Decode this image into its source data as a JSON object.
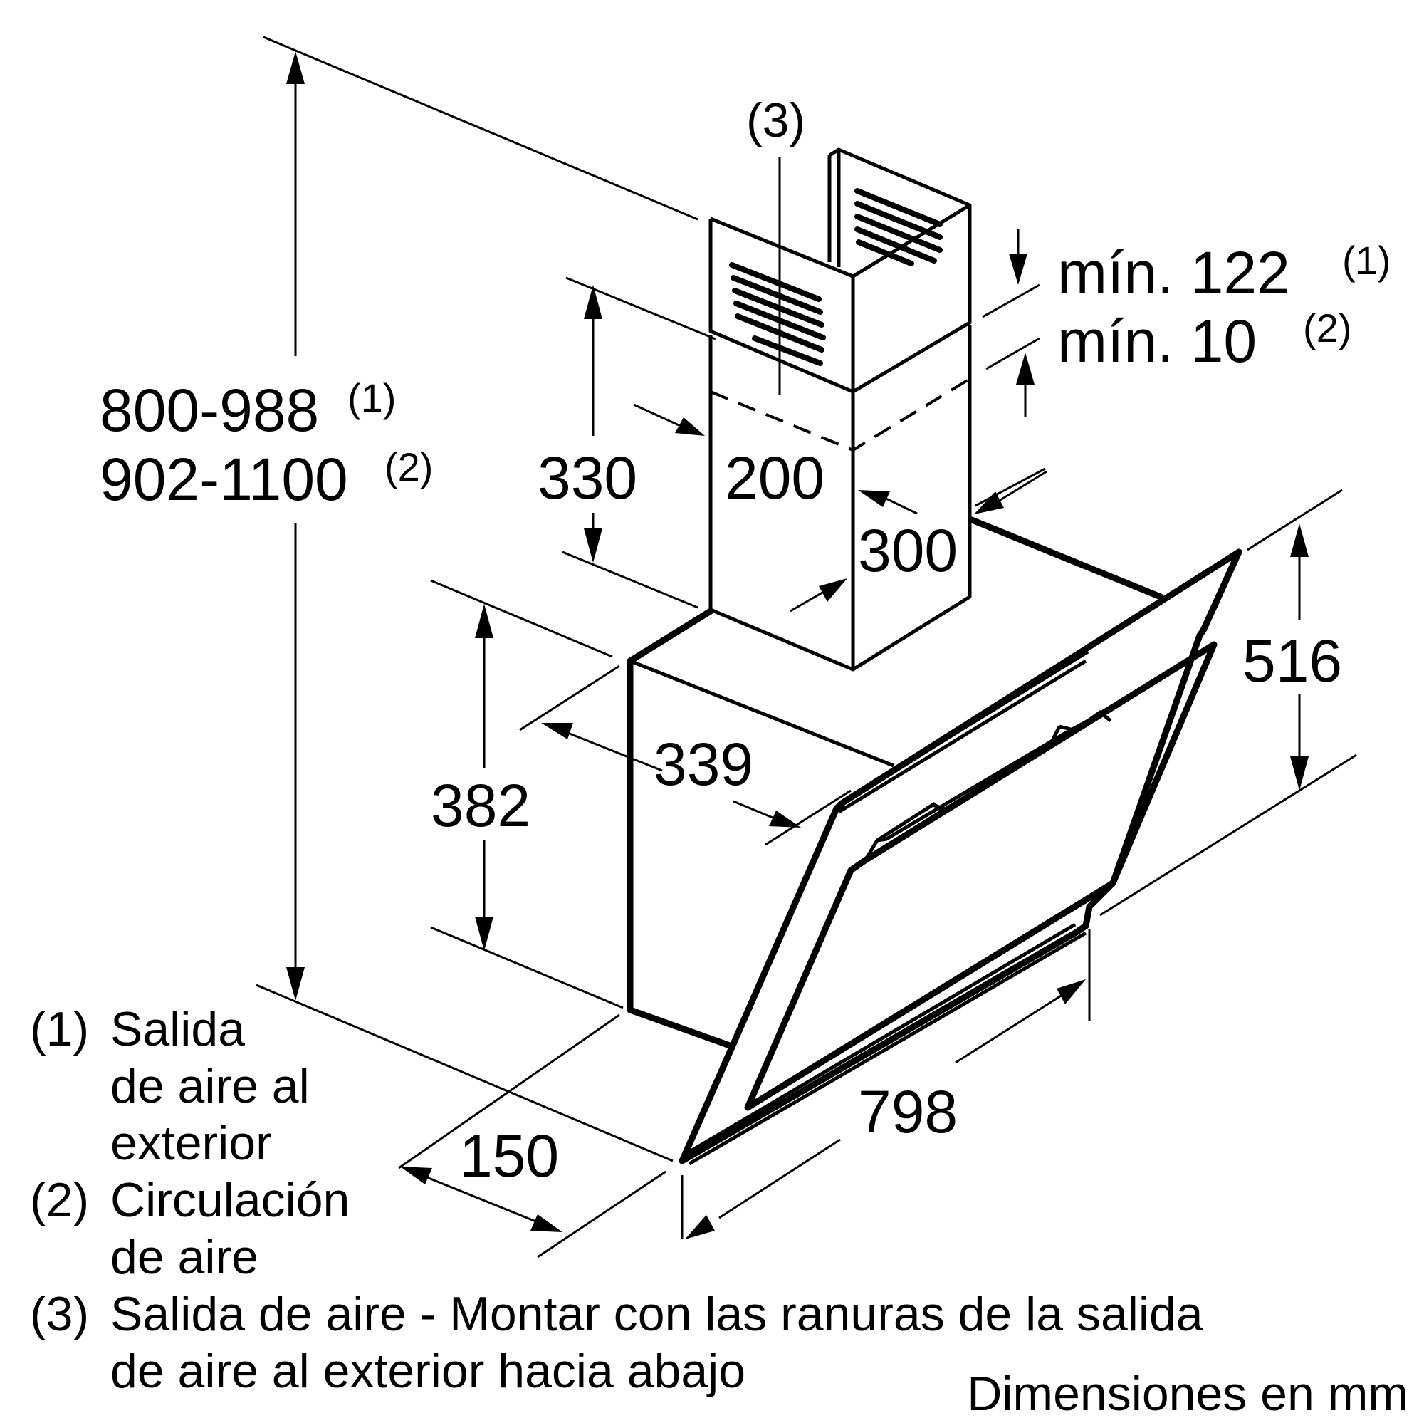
{
  "dimensions": {
    "height_total_1": "800-988",
    "height_total_1_ref": "(1)",
    "height_total_2": "902-1100",
    "height_total_2_ref": "(2)",
    "chimney_height": "330",
    "chimney_width": "200",
    "chimney_depth": "300",
    "body_height": "382",
    "body_depth": "339",
    "hood_height": "516",
    "hood_width": "798",
    "wall_depth": "150",
    "min_gap_1": "mín. 122",
    "min_gap_1_ref": "(1)",
    "min_gap_2": "mín. 10",
    "min_gap_2_ref": "(2)"
  },
  "callout": "(3)",
  "notes": [
    {
      "marker": "(1)",
      "lines": [
        "Salida",
        "de aire al",
        "exterior"
      ]
    },
    {
      "marker": "(2)",
      "lines": [
        "Circulación",
        "de aire"
      ]
    },
    {
      "marker": "(3)",
      "lines": [
        "Salida de aire - Montar con las ranuras de la salida",
        "de aire al exterior hacia abajo"
      ]
    }
  ],
  "units_note": "Dimensiones en mm"
}
